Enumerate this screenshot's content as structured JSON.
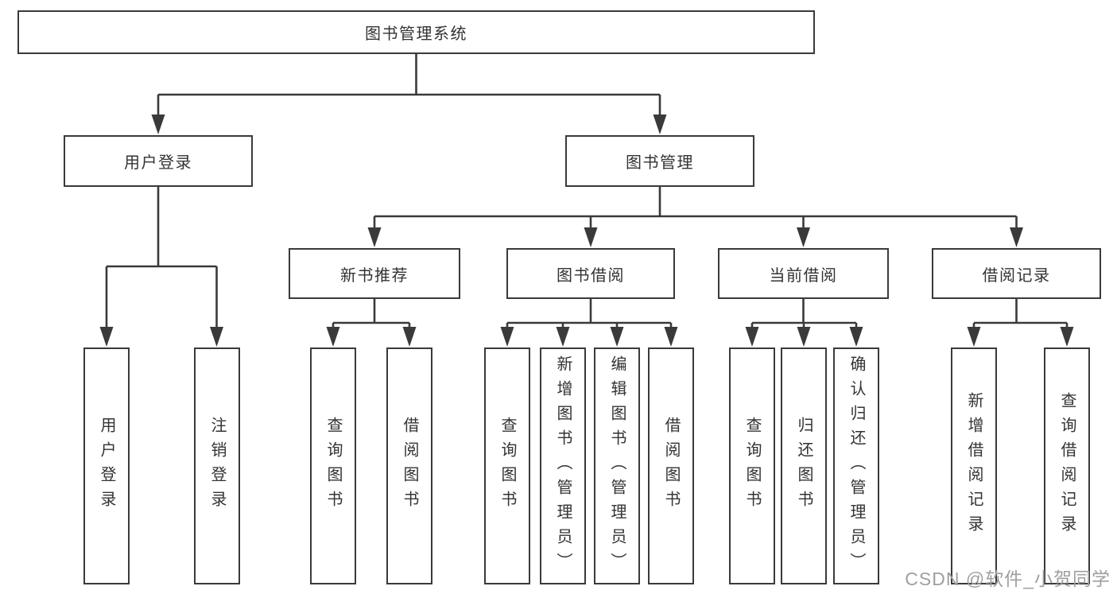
{
  "diagram": {
    "root": {
      "label": "图书管理系统"
    },
    "branches": [
      {
        "label": "用户登录",
        "children": [
          {
            "label": "用户登录"
          },
          {
            "label": "注销登录"
          }
        ]
      },
      {
        "label": "图书管理",
        "groups": [
          {
            "label": "新书推荐",
            "children": [
              {
                "label": "查询图书"
              },
              {
                "label": "借阅图书"
              }
            ]
          },
          {
            "label": "图书借阅",
            "children": [
              {
                "label": "查询图书"
              },
              {
                "label": "新增图书（管理员）"
              },
              {
                "label": "编辑图书（管理员）"
              },
              {
                "label": "借阅图书"
              }
            ]
          },
          {
            "label": "当前借阅",
            "children": [
              {
                "label": "查询图书"
              },
              {
                "label": "归还图书"
              },
              {
                "label": "确认归还（管理员）"
              }
            ]
          },
          {
            "label": "借阅记录",
            "children": [
              {
                "label": "新增借阅记录"
              },
              {
                "label": "查询借阅记录"
              }
            ]
          }
        ]
      }
    ]
  },
  "watermark": {
    "text": "CSDN @软件_小贺同学"
  },
  "colors": {
    "line": "#3a3a3a",
    "text": "#333333",
    "box_bg": "#ffffff",
    "watermark": "#9f9f9f"
  }
}
